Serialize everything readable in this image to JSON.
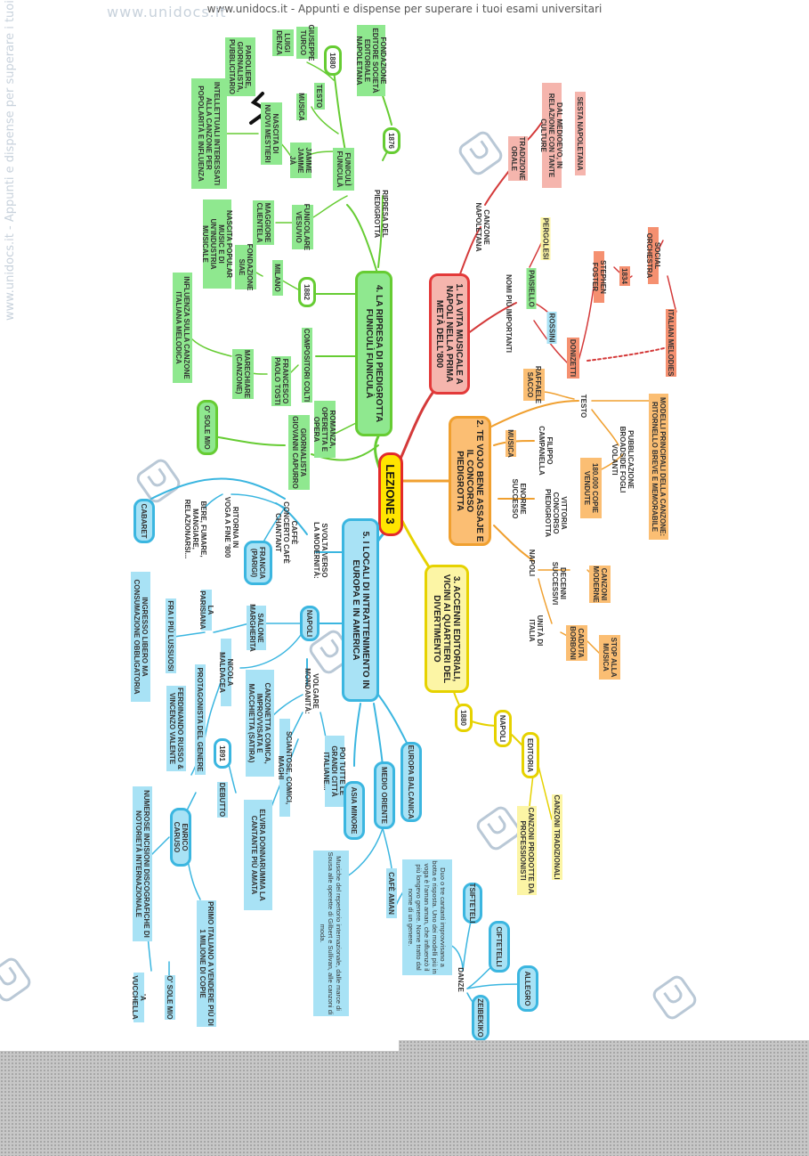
{
  "header": {
    "banner": "www.unidocs.it - Appunti e dispense per superare i tuoi esami universitari"
  },
  "watermark": {
    "text": "www.unidocs.it - Appunti e dispense per superare i tuoi esami universitari",
    "short": "www.unidocs.it"
  },
  "center": "LEZIONE 3",
  "branch1": {
    "title": "1. LA VITA MUSICALE A NAPOLI NELLA PRIMA METÀ DELL'800",
    "canzone": "CANZONE NAPOLETANA",
    "tradizione": "TRADIZIONE ORALE",
    "medioevo": "DAL MEDIOEVO, IN RELAZIONE CON TANTE CULTURE",
    "sesta": "SESTA NAPOLETANA",
    "nomi": "NOMI PIÙ IMPORTANTI",
    "pergolesi": "PERGOLESI",
    "paisiello": "PAISIELLO",
    "rossini": "ROSSINI",
    "donizetti": "DONIZETTI",
    "stephen": "STEPHEN FOSTER",
    "year1834": "1834",
    "social": "SOCIAL ORCHESTRA",
    "italian": "ITALIAN MELODIES"
  },
  "branch2": {
    "title": "2. TE VOJO BENE ASSAJE E IL CONCORSO PIEDIGROTTA",
    "raffaele": "RAFFAELE SACCO",
    "testo": "TESTO",
    "modelli": "MODELLI PRINCIPALI DELLA CANZONE: RITORNELLO BREVE E MEMORABILE",
    "pubblicazione": "PUBBLICAZIONE BROADSIDE FOGLI VOLANTI",
    "copie": "180.000 COPIE VENDUTE",
    "filippo": "FILIPPO CAMPANELLA",
    "musica": "MUSICA",
    "vittoria": "VITTORIA CONCORSO PIEDIGROTTA",
    "enorme": "ENORME SUCCESSO",
    "napoli": "NAPOLI",
    "decenni": "DECENNI SUCCESSIVI",
    "moderne": "CANZONI MODERNE",
    "unita": "UNITÀ DI ITALIA",
    "caduta": "CADUTA BORBONI",
    "stop": "STOP ALLA MUSICA"
  },
  "branch3": {
    "title": "3. ACCENNI EDITORIALI, VICINI AI QUARTIERI DEL DIVERTIMENTO",
    "year": "1880",
    "napoli": "NAPOLI",
    "editoria": "EDITORIA",
    "tradizionali": "CANZONI TRADIZIONALI",
    "prodotte": "CANZONI PRODOTTE DA PROFESSIONISTI"
  },
  "branch4": {
    "title": "4. LA RIPRESA DI PIEDIGROTTA FUNICULÌ FUNICULÀ",
    "ripresa": "RIPRESA DEL PIEDIGROTTA",
    "year1876": "1876",
    "fondazione_editoriale": "FONDAZIONE EDITORE SOCIETÀ EDITORIALE NAPOLETANA",
    "funiculi": "FUNICULÌ FUNICULÀ",
    "year1880": "1880",
    "testo": "TESTO",
    "musica": "MUSICA",
    "giuseppe": "GIUSEPPE TURCO",
    "luigi": "LUIGI DENZA",
    "jamme": "JAMME JAMME JÀ",
    "nascita": "NASCITA DI NUOVI MESTIERI",
    "parolieri": "PAROLIERE, GIORNALISTA, PUBBLICITARIO",
    "intellettuali": "INTELLETTUALI INTERESSATI ALLA CANZONE PER POPOLARITÀ E INFLUENZA",
    "funicolare": "FUNICOLARE VESUVIO",
    "clientela": "MAGGIORE CLIENTELA",
    "industria": "NASCITA POPULAR MUSIC E DI UN'INDUSTRIA MUSICALE",
    "year1882": "1882",
    "milano": "MILANO",
    "siae": "FONDAZIONE SIAE",
    "compositori": "COMPOSITORI COLTI",
    "influenza": "INFLUENZA SULLA CANZONE ITALIANA MELODICA",
    "tosti": "FRANCESCO PAOLO TOSTI",
    "marechiare": "MARECHIARE (CANZONE)",
    "romanza": "ROMANZA, OPERETTA E OPERA",
    "capurro": "GIORNALISTA GIOVANNI CAPURRO",
    "sole": "O' SOLE MIO"
  },
  "branch5": {
    "title": "5. I LOCALI DI INTRATTENIMENTO IN EUROPA E IN AMERICA",
    "svolta": "SVOLTA VERSO LA MODERNITÀ:",
    "caffe": "CAFFÈ CONCERTO CAFÈ CHANTANT",
    "francia": "FRANCIA (PARIGI)",
    "ritorna": "RITORNA IN VOGA A FINE '800",
    "bere": "BERE, FUMARE, MANGIARE, RELAZIONARSI...",
    "cabaret": "CABARET",
    "napoli": "NAPOLI",
    "salone": "SALONE MARGHERITA",
    "parisiana": "LA PARISIANA",
    "lussuosi": "FRA I PIÙ LUSSUOSI",
    "ingresso": "INGRESSO LIBERO MA CONSUMAZIONE OBBLIGATORIA",
    "nicola": "NICOLA MALDACEA",
    "protagonista": "PROTAGONISTA DEL GENERE",
    "ferdinando": "FERDINANDO RUSSO & VINCENZO VALENTE",
    "year1891": "1891",
    "debutto": "DEBUTTO",
    "enrico": "ENRICO CARUSO",
    "numerose": "NUMEROSE INCISIONI DISCOGRAFICHE DI NOTORIETÀ INTERNAZIONALE",
    "primo": "PRIMO ITALIANO A VENDERE PIÙ DI 1 MILIONE DI COPIE",
    "osole": "O' SOLE MIO",
    "vucchella": "'A VUCCHELLA",
    "volgare": "VOLGARE MONDANITÀ:",
    "comica": "CANZONETTA COMICA, IMPROVVISATA E MACCHIETTA (SATIRA)",
    "sciantose": "SCIANTOSE, COMICI, MAGHI",
    "elvira": "ELVIRA DONNARUMMA LA CANTANTE PIÙ AMATA",
    "citta": "POI TUTTE LE GRANDI CITTÀ ITALIANE...",
    "asia": "ASIA MINORE",
    "medio": "MEDIO ORIENTE",
    "europa": "EUROPA BALCANICA",
    "cafe_aman": "CAFÈ AMAN",
    "musiche": "Musiche del repertorio internazionale, dalle marce di Sousa alle operette di Gilbert e Sullivan, alle canzoni di moda.",
    "duo": "Duo o tre cantanti improvvisano a botta e risposta. Uno dei modelli più in voga è l'aman aman, che influenzò il più longevo genere. Nome tratto dal nome di un genere.",
    "danze": "DANZE",
    "tsifteteli": "TSIFTETELI",
    "ciftetelli": "CIFTETELLI",
    "allegro": "ALLEGRO",
    "zeibekiko": "ZEIBEKIKO"
  }
}
